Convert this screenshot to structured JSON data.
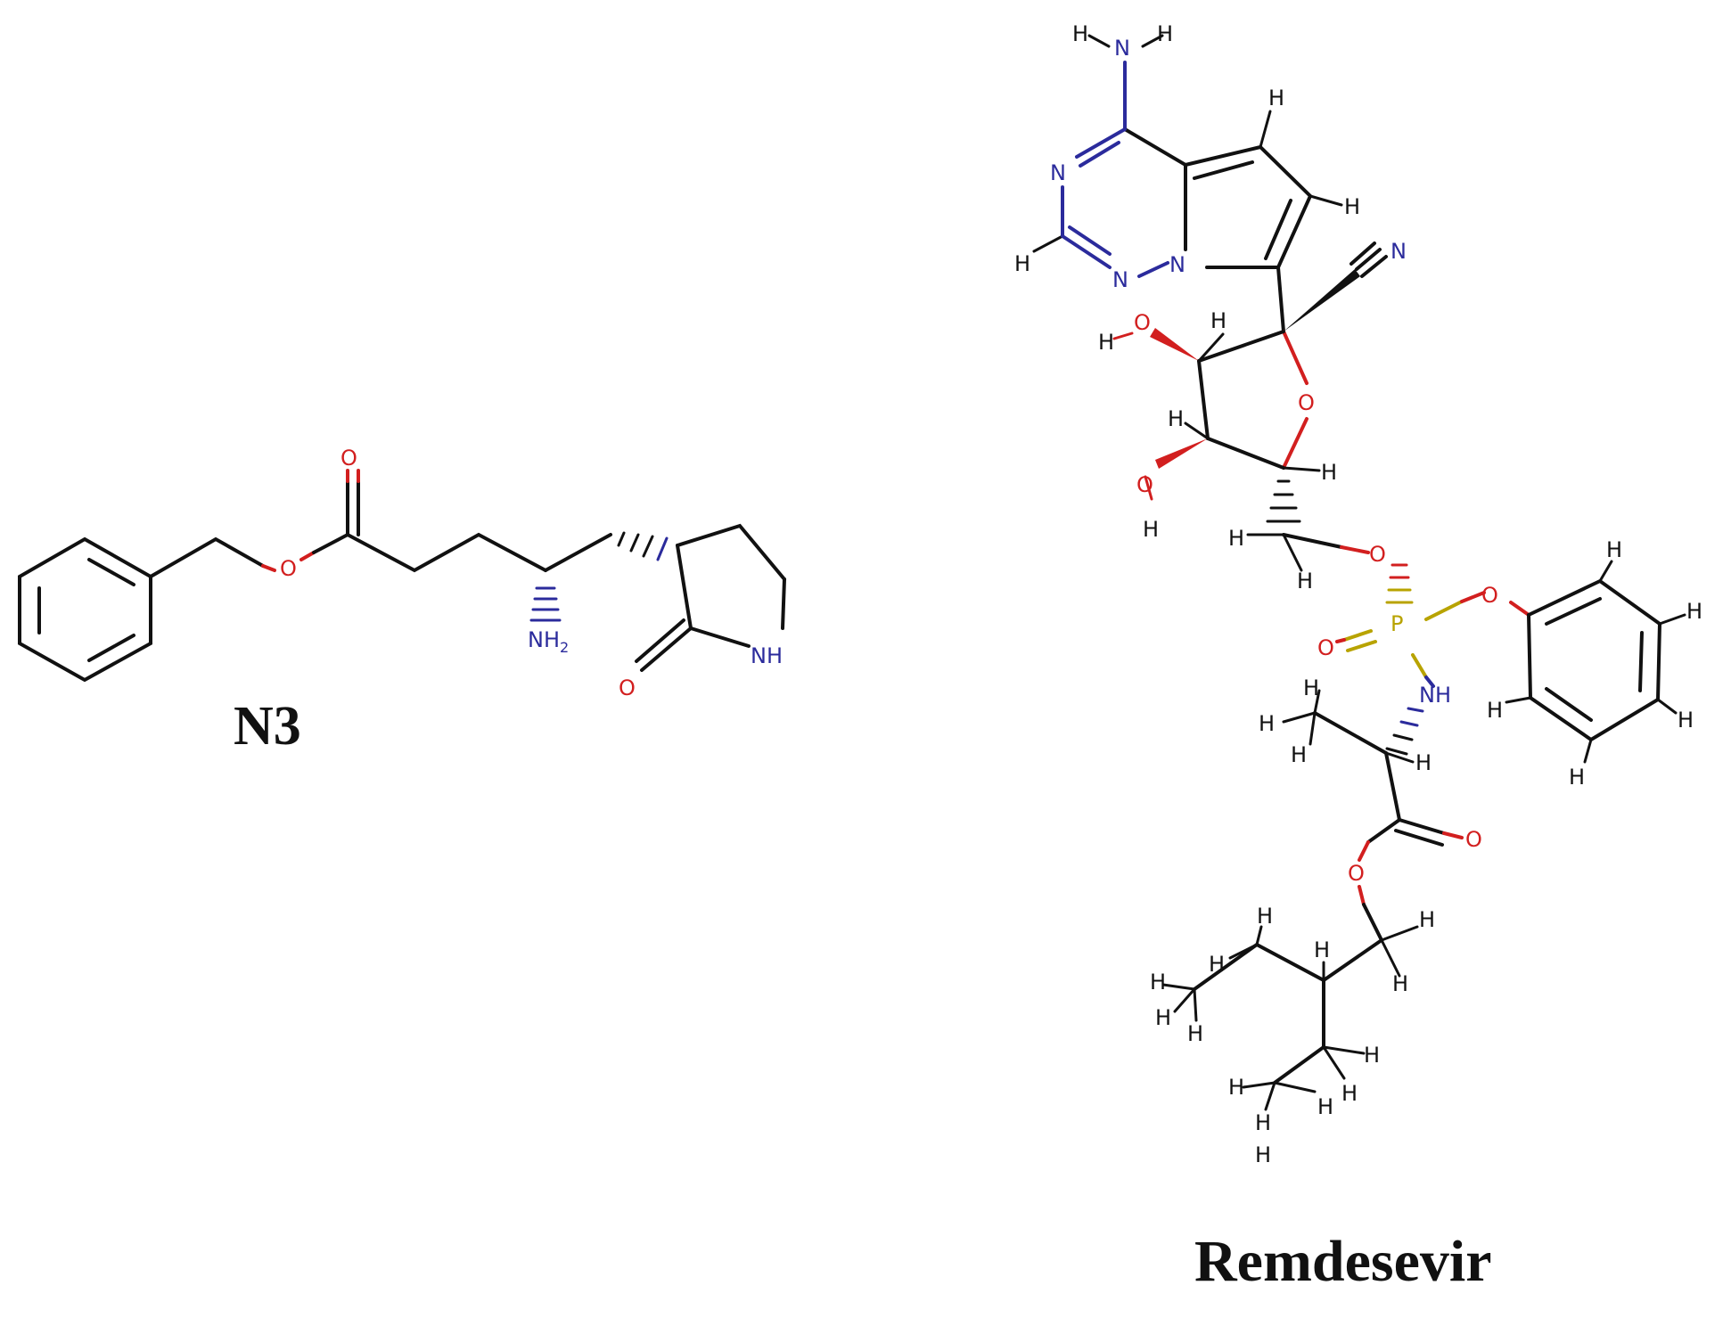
{
  "molecules": [
    {
      "caption": "N3",
      "atoms": [
        {
          "id": "a1",
          "label": "O",
          "kind": "oxygen"
        },
        {
          "id": "a2",
          "label": "O",
          "kind": "oxygen"
        },
        {
          "id": "a3",
          "label": "NH",
          "kind": "nitrogen"
        },
        {
          "id": "a4",
          "label": "O",
          "kind": "oxygen"
        }
      ],
      "amine": {
        "label": "NH",
        "subscript": "2"
      }
    },
    {
      "caption": "Remdesevir",
      "atoms": [
        {
          "id": "b1",
          "label": "H",
          "kind": "hydrogen"
        },
        {
          "id": "b2",
          "label": "N",
          "kind": "nitrogen"
        },
        {
          "id": "b3",
          "label": "H",
          "kind": "hydrogen"
        },
        {
          "id": "b4",
          "label": "H",
          "kind": "hydrogen"
        },
        {
          "id": "b5",
          "label": "N",
          "kind": "nitrogen"
        },
        {
          "id": "b6",
          "label": "H",
          "kind": "hydrogen"
        },
        {
          "id": "b7",
          "label": "H",
          "kind": "hydrogen"
        },
        {
          "id": "b8",
          "label": "N",
          "kind": "nitrogen"
        },
        {
          "id": "b9",
          "label": "N",
          "kind": "nitrogen"
        },
        {
          "id": "b10",
          "label": "N",
          "kind": "nitrogen"
        },
        {
          "id": "b11",
          "label": "H",
          "kind": "hydrogen"
        },
        {
          "id": "b12",
          "label": "O",
          "kind": "oxygen"
        },
        {
          "id": "b13",
          "label": "H",
          "kind": "hydrogen"
        },
        {
          "id": "b14",
          "label": "O",
          "kind": "oxygen"
        },
        {
          "id": "b15",
          "label": "H",
          "kind": "hydrogen"
        },
        {
          "id": "b16",
          "label": "O",
          "kind": "oxygen"
        },
        {
          "id": "b17",
          "label": "H",
          "kind": "hydrogen"
        },
        {
          "id": "b18",
          "label": "H",
          "kind": "hydrogen"
        },
        {
          "id": "b19",
          "label": "H",
          "kind": "hydrogen"
        },
        {
          "id": "b20",
          "label": "O",
          "kind": "oxygen"
        },
        {
          "id": "b21",
          "label": "H",
          "kind": "hydrogen"
        },
        {
          "id": "b22",
          "label": "P",
          "kind": "phosphorus"
        },
        {
          "id": "b23",
          "label": "O",
          "kind": "oxygen"
        },
        {
          "id": "b24",
          "label": "O",
          "kind": "oxygen"
        },
        {
          "id": "b25",
          "label": "NH",
          "kind": "nitrogen"
        },
        {
          "id": "b26",
          "label": "H",
          "kind": "hydrogen"
        },
        {
          "id": "b27",
          "label": "H",
          "kind": "hydrogen"
        },
        {
          "id": "b28",
          "label": "H",
          "kind": "hydrogen"
        },
        {
          "id": "b29",
          "label": "H",
          "kind": "hydrogen"
        },
        {
          "id": "b30",
          "label": "H",
          "kind": "hydrogen"
        },
        {
          "id": "b31",
          "label": "H",
          "kind": "hydrogen"
        },
        {
          "id": "b32",
          "label": "H",
          "kind": "hydrogen"
        },
        {
          "id": "b33",
          "label": "H",
          "kind": "hydrogen"
        },
        {
          "id": "b34",
          "label": "O",
          "kind": "oxygen"
        },
        {
          "id": "b35",
          "label": "O",
          "kind": "oxygen"
        },
        {
          "id": "b36",
          "label": "H",
          "kind": "hydrogen"
        },
        {
          "id": "b37",
          "label": "H",
          "kind": "hydrogen"
        },
        {
          "id": "b38",
          "label": "H",
          "kind": "hydrogen"
        },
        {
          "id": "b39",
          "label": "H",
          "kind": "hydrogen"
        },
        {
          "id": "b40",
          "label": "H",
          "kind": "hydrogen"
        },
        {
          "id": "b41",
          "label": "H",
          "kind": "hydrogen"
        },
        {
          "id": "b42",
          "label": "H",
          "kind": "hydrogen"
        },
        {
          "id": "b43",
          "label": "H",
          "kind": "hydrogen"
        },
        {
          "id": "b44",
          "label": "H",
          "kind": "hydrogen"
        },
        {
          "id": "b45",
          "label": "H",
          "kind": "hydrogen"
        },
        {
          "id": "b46",
          "label": "H",
          "kind": "hydrogen"
        },
        {
          "id": "b47",
          "label": "H",
          "kind": "hydrogen"
        },
        {
          "id": "b48",
          "label": "H",
          "kind": "hydrogen"
        },
        {
          "id": "b49",
          "label": "H",
          "kind": "hydrogen"
        },
        {
          "id": "b50",
          "label": "H",
          "kind": "hydrogen"
        }
      ]
    }
  ],
  "element_colors": {
    "carbon": "#111111",
    "hydrogen": "#111111",
    "nitrogen": "#2b2b9c",
    "oxygen": "#d21f1f",
    "phosphorus": "#b8a300"
  }
}
